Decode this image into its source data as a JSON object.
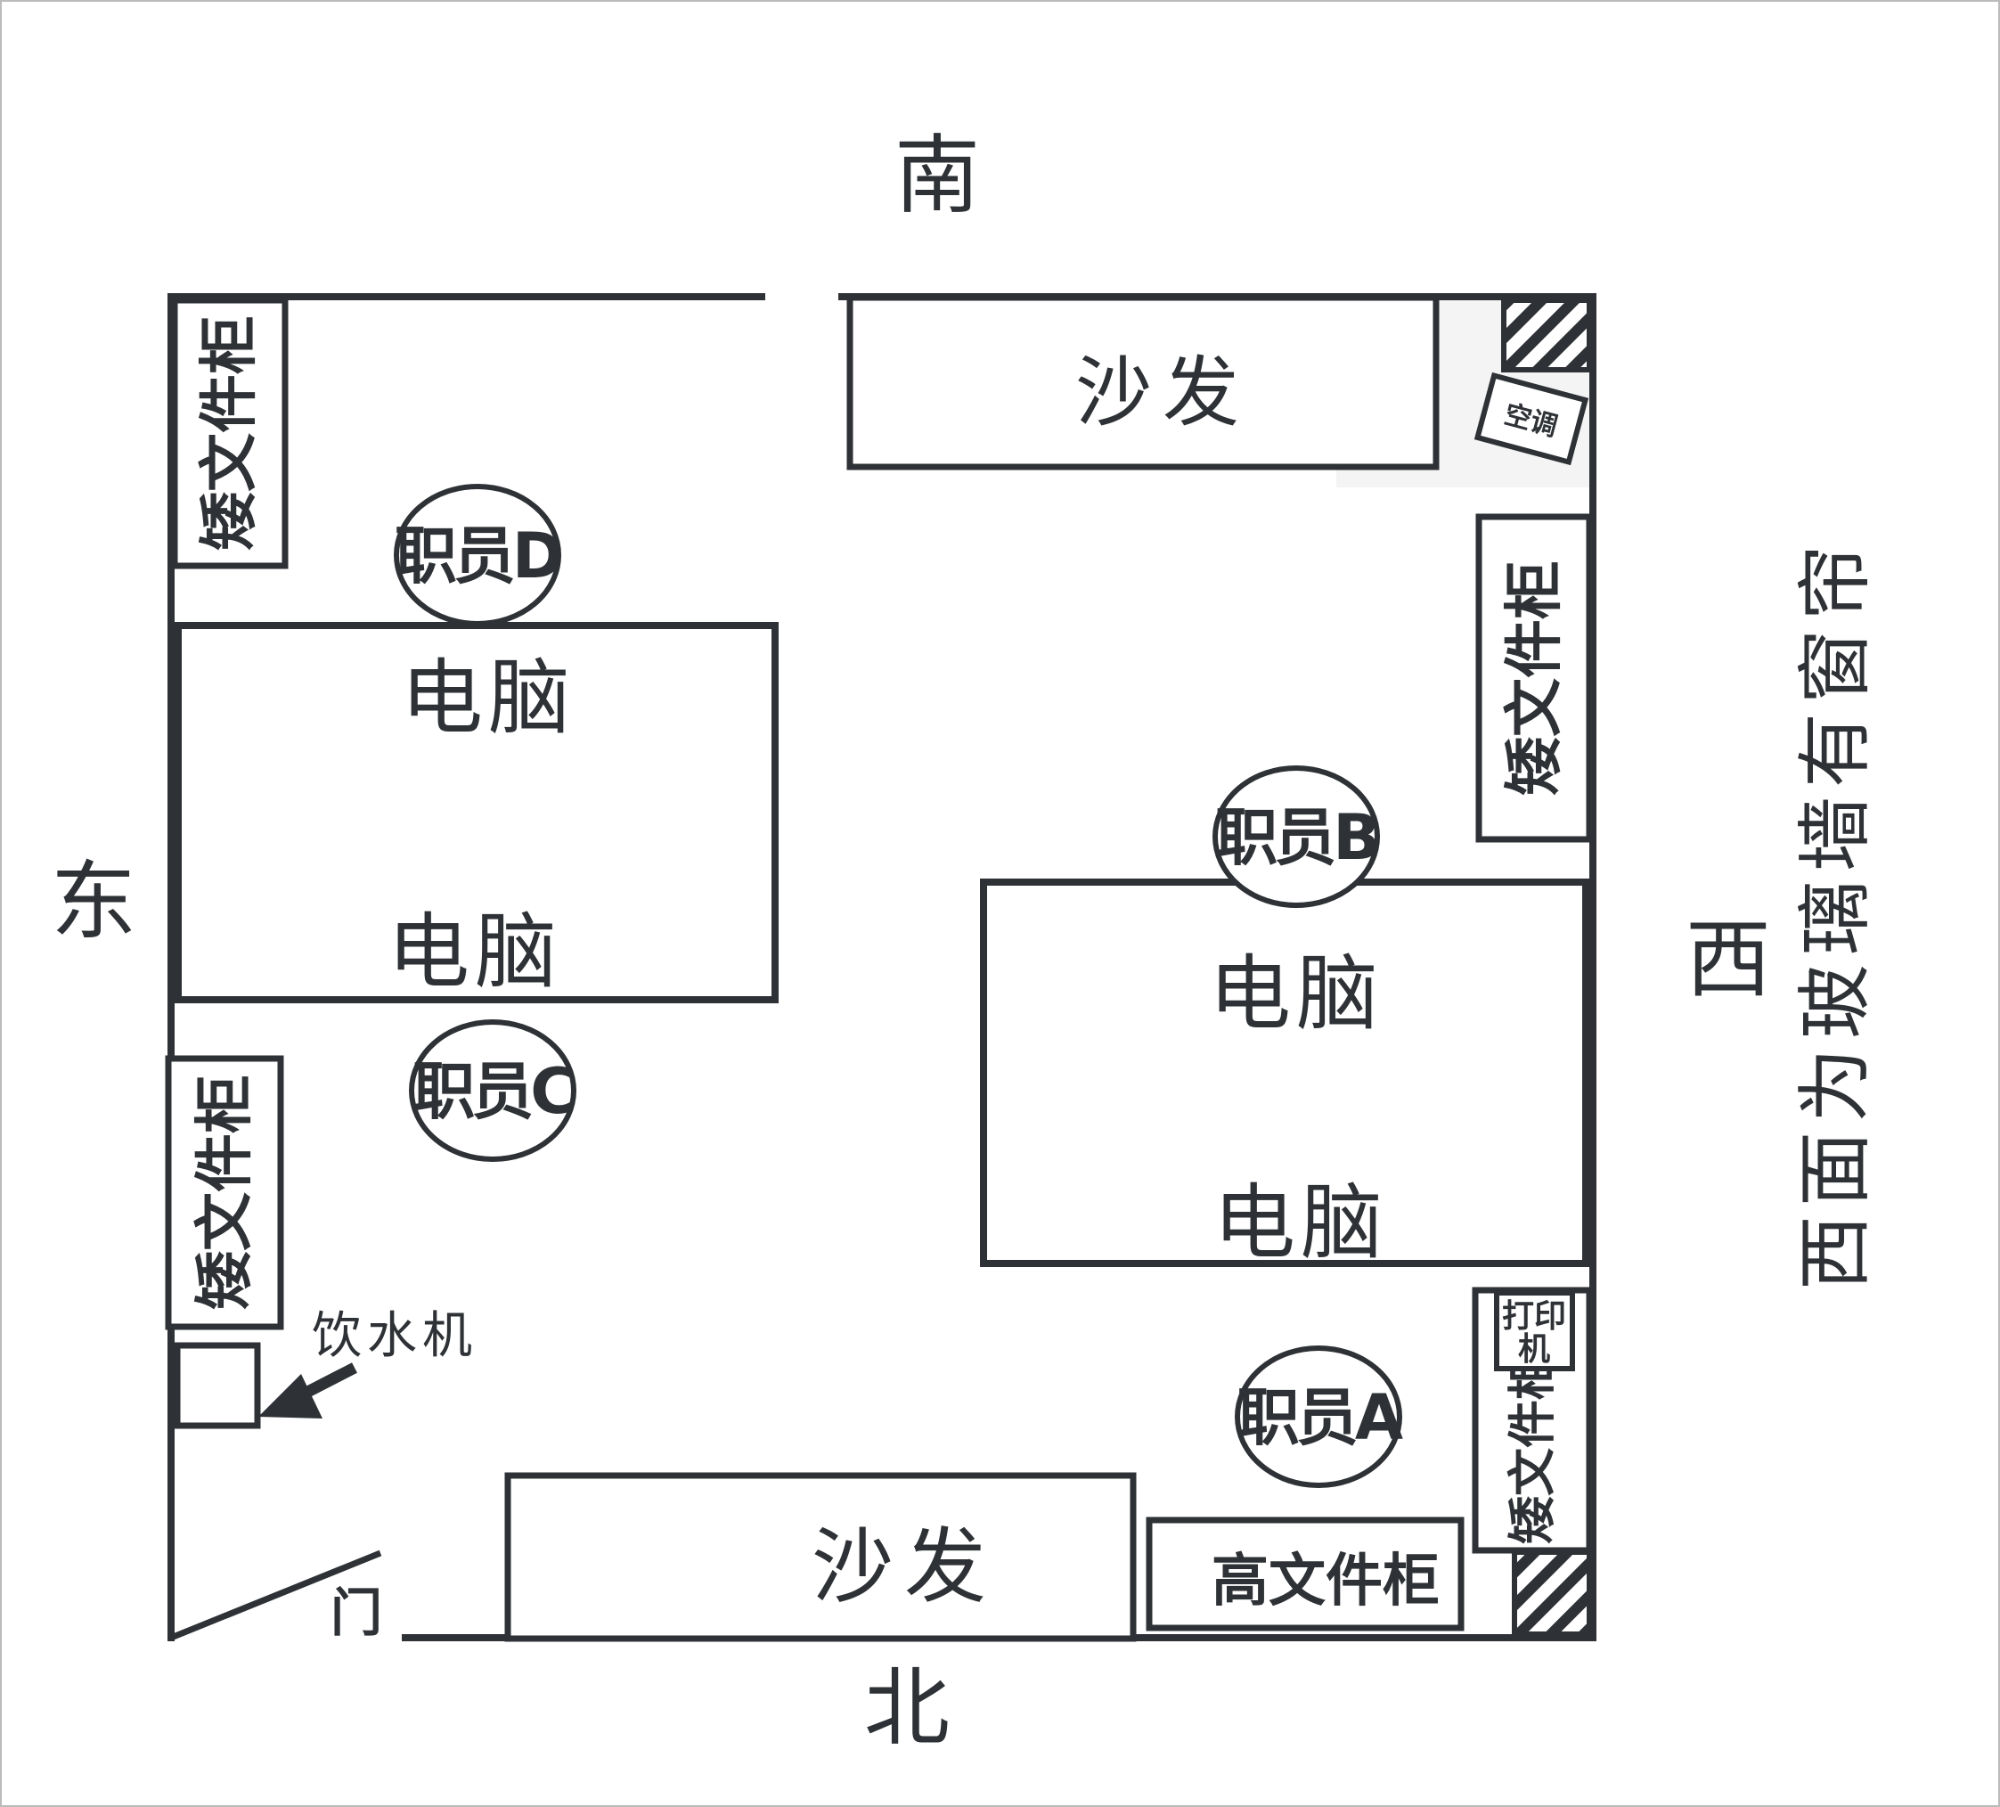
{
  "compass": {
    "south": "南",
    "north": "北",
    "east": "东",
    "west": "西"
  },
  "west_note": "西面为玻璃墙有窗帘",
  "furniture": {
    "sofa_top": "沙发",
    "sofa_bottom": "沙发",
    "air_conditioner": "空调",
    "low_cabinet": "矮文件柜",
    "high_cabinet": "高文件柜",
    "printer": "打印机",
    "printer_line1": "打印",
    "printer_line2": "机",
    "water_dispenser": "饮水机",
    "door": "门",
    "computer": "电脑"
  },
  "staff": {
    "a": "职员A",
    "b": "职员B",
    "c": "职员C",
    "d": "职员D"
  },
  "colors": {
    "ink": "#2e3135",
    "shade": "#f4f4f4"
  }
}
